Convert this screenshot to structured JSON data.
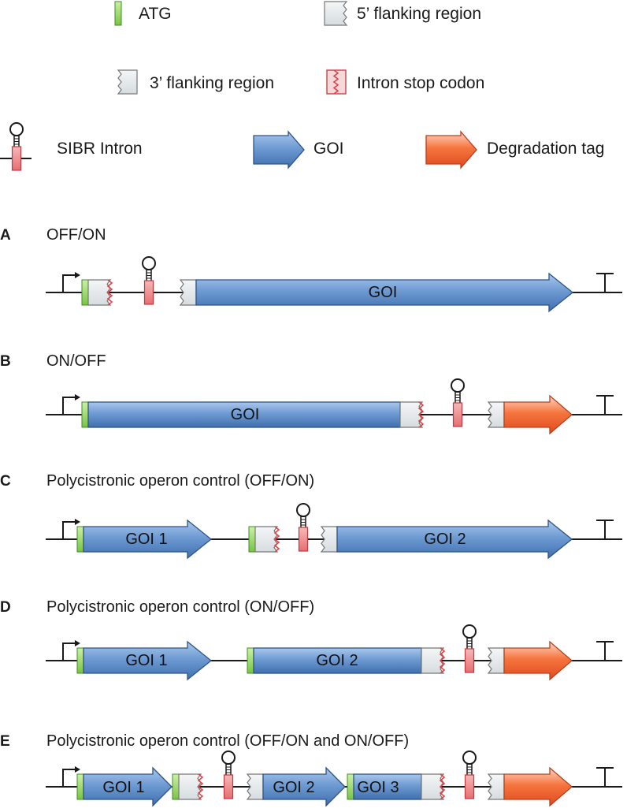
{
  "legend": {
    "atg": "ATG",
    "flank5": "5’ flanking region",
    "flank3": "3’ flanking region",
    "intron_stop": "Intron stop codon",
    "sibr_intron": "SIBR Intron",
    "goi": "GOI",
    "degradation_tag": "Degradation tag"
  },
  "panels": {
    "A": {
      "letter": "A",
      "title": "OFF/ON",
      "genes": [
        "GOI"
      ]
    },
    "B": {
      "letter": "B",
      "title": "ON/OFF",
      "genes": [
        "GOI"
      ]
    },
    "C": {
      "letter": "C",
      "title": "Polycistronic operon control (OFF/ON)",
      "genes": [
        "GOI 1",
        "GOI 2"
      ]
    },
    "D": {
      "letter": "D",
      "title": "Polycistronic operon control (ON/OFF)",
      "genes": [
        "GOI 1",
        "GOI 2"
      ]
    },
    "E": {
      "letter": "E",
      "title": "Polycistronic operon control (OFF/ON and ON/OFF)",
      "genes": [
        "GOI 1",
        "GOI 2",
        "GOI 3"
      ]
    }
  },
  "colors": {
    "atg": "#8ed65a",
    "flank": "#e8ecee",
    "intron": "#f08488",
    "goi": "#6e9bd4",
    "degradation": "#f06a40",
    "line": "#1a1a1a"
  }
}
